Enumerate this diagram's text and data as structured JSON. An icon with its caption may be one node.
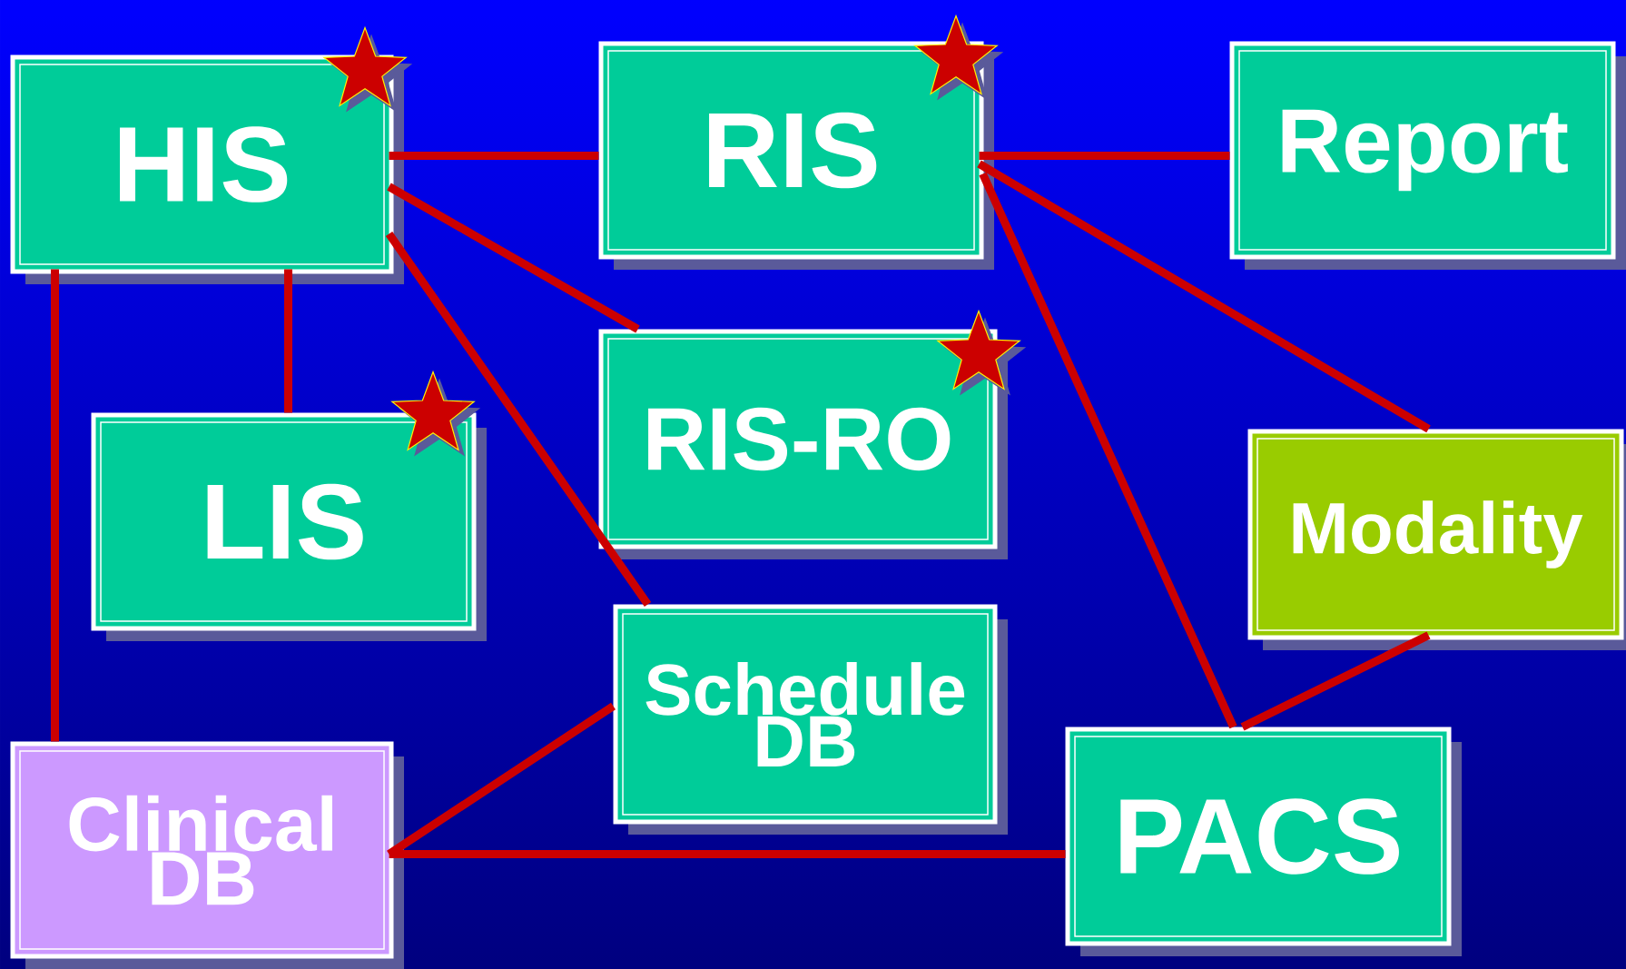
{
  "diagram": {
    "nodes": [
      {
        "text": [
          "HIS"
        ]
      },
      {
        "text": [
          "RIS"
        ]
      },
      {
        "text": [
          "Report"
        ]
      },
      {
        "text": [
          "LIS"
        ]
      },
      {
        "text": [
          "RIS-RO"
        ]
      },
      {
        "text": [
          "Modality"
        ]
      },
      {
        "text": [
          "Schedule DB"
        ]
      },
      {
        "text": [
          "Clinical DB"
        ]
      },
      {
        "text": [
          "PACS"
        ]
      }
    ],
    "edges": [
      {
        "from": 0,
        "to": 1,
        "arrow": "none"
      },
      {
        "from": 1,
        "to": 2,
        "arrow": "none"
      },
      {
        "from": 0,
        "to": 4,
        "arrow": "none"
      },
      {
        "from": 0,
        "to": 6,
        "arrow": "none"
      },
      {
        "from": 0,
        "to": 3,
        "arrow": "none"
      },
      {
        "from": 0,
        "to": 7,
        "arrow": "none"
      },
      {
        "from": 1,
        "to": 5,
        "arrow": "none"
      },
      {
        "from": 1,
        "to": 8,
        "arrow": "none"
      },
      {
        "from": 5,
        "to": 8,
        "arrow": "none"
      },
      {
        "from": 6,
        "to": 7,
        "arrow": "none"
      },
      {
        "from": 7,
        "to": 8,
        "arrow": "none"
      }
    ]
  }
}
